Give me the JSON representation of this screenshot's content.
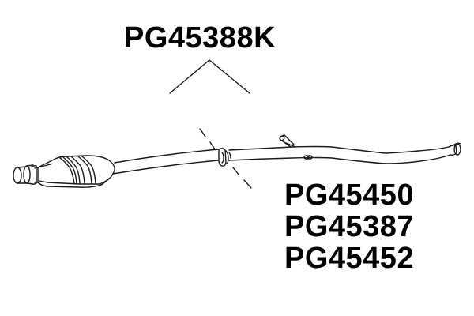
{
  "diagram": {
    "type": "exhaust-system-part-diagram",
    "main_part": {
      "label": "PG45388K",
      "description": "kit indicator with pointer lines"
    },
    "related_parts": [
      {
        "label": "PG45450"
      },
      {
        "label": "PG45387"
      },
      {
        "label": "PG45452"
      }
    ],
    "components": [
      {
        "name": "inlet-flange"
      },
      {
        "name": "catalytic-converter"
      },
      {
        "name": "front-pipe"
      },
      {
        "name": "pipe-clamp"
      },
      {
        "name": "cut-line"
      },
      {
        "name": "sensor-boss"
      },
      {
        "name": "hanger-ring"
      },
      {
        "name": "rear-pipe-outlet"
      }
    ],
    "colors": {
      "line": "#1a1a1a",
      "background": "#ffffff",
      "text": "#000000"
    }
  }
}
